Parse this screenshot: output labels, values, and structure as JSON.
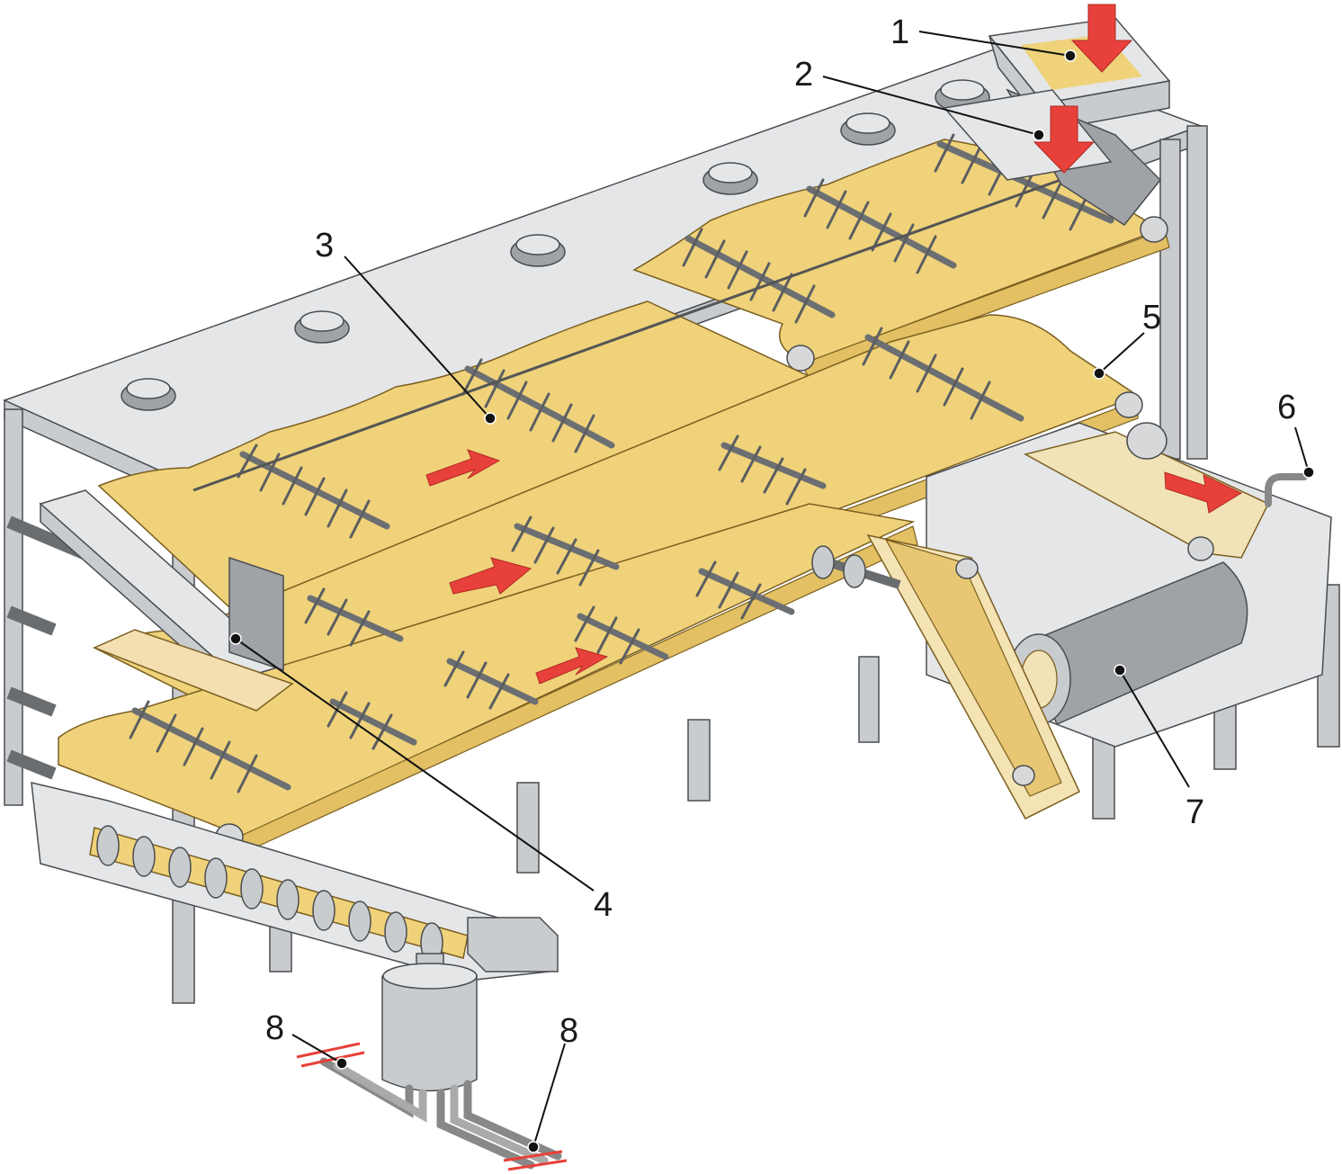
{
  "diagram": {
    "callouts": [
      {
        "id": "c1",
        "label": "1"
      },
      {
        "id": "c2",
        "label": "2"
      },
      {
        "id": "c3",
        "label": "3"
      },
      {
        "id": "c4",
        "label": "4"
      },
      {
        "id": "c5",
        "label": "5"
      },
      {
        "id": "c6",
        "label": "6"
      },
      {
        "id": "c7",
        "label": "7"
      },
      {
        "id": "c8a",
        "label": "8"
      },
      {
        "id": "c8b",
        "label": "8"
      }
    ],
    "colors": {
      "belt": "#efd27a",
      "steel": "#c9cccf",
      "flow_arrow": "#e8403a"
    }
  }
}
